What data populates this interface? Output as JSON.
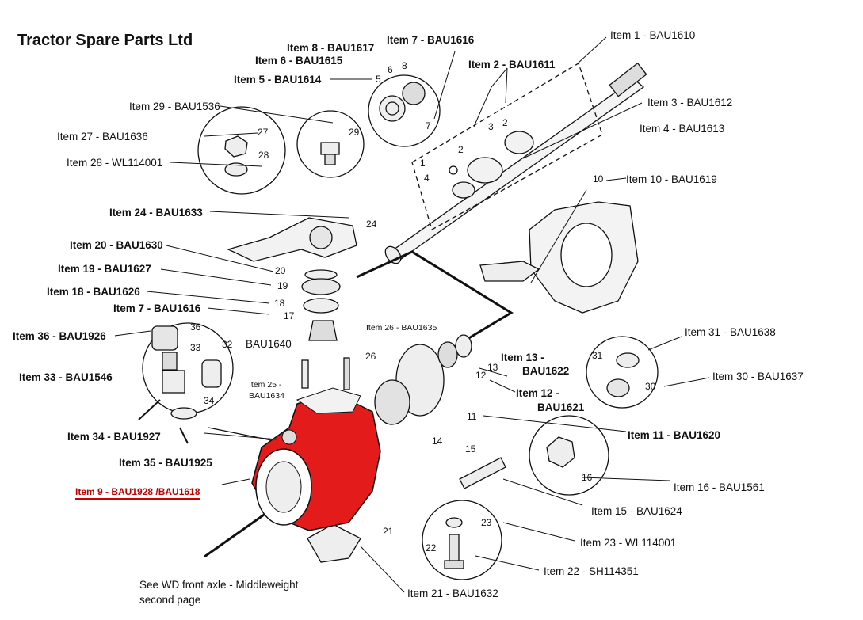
{
  "title": "Tractor Spare Parts Ltd",
  "labels": {
    "i1": "Item 1 - BAU1610",
    "i2": "Item 2 - BAU1611",
    "i3": "Item 3 - BAU1612",
    "i4": "Item 4 - BAU1613",
    "i5": "Item 5 - BAU1614",
    "i6": "Item 6 - BAU1615",
    "i7a": "Item 7 - BAU1616",
    "i7b": "Item 7 - BAU1616",
    "i8": "Item 8 - BAU1617",
    "i9": "Item 9 - BAU1928 /BAU1618",
    "i10": "Item 10 - BAU1619",
    "i11": "Item 11 - BAU1620",
    "i12a": "Item 12 -",
    "i12b": "BAU1621",
    "i13a": "Item 13 -",
    "i13b": "BAU1622",
    "i15": "Item 15 - BAU1624",
    "i16": "Item 16 - BAU1561",
    "i18": "Item 18 - BAU1626",
    "i19": "Item 19 - BAU1627",
    "i20": "Item 20 - BAU1630",
    "i21": "Item 21 - BAU1632",
    "i22": "Item 22 - SH114351",
    "i23": "Item 23 - WL114001",
    "i24": "Item 24 - BAU1633",
    "i25a": "Item 25 -",
    "i25b": "BAU1634",
    "i26": "Item 26 - BAU1635",
    "i27": "Item 27 - BAU1636",
    "i28": "Item 28 - WL114001",
    "i29": "Item 29 - BAU1536",
    "i30": "Item 30 - BAU1637",
    "i31": "Item 31 - BAU1638",
    "i32": "BAU1640",
    "i33": "Item 33 - BAU1546",
    "i34": "Item 34 - BAU1927",
    "i35": "Item 35 - BAU1925",
    "i36": "Item 36 - BAU1926",
    "note1": "See WD front axle - Middleweight",
    "note2": "second page"
  },
  "numbers": {
    "n1": "1",
    "n2a": "2",
    "n2b": "2",
    "n3": "3",
    "n4": "4",
    "n5": "5",
    "n6": "6",
    "n7a": "7",
    "n8": "8",
    "n10": "10",
    "n11": "11",
    "n12": "12",
    "n13": "13",
    "n14": "14",
    "n15": "15",
    "n16": "16",
    "n17": "17",
    "n18": "18",
    "n19": "19",
    "n20": "20",
    "n21": "21",
    "n22": "22",
    "n23": "23",
    "n24": "24",
    "n26": "26",
    "n27": "27",
    "n28": "28",
    "n29": "29",
    "n30": "30",
    "n31": "31",
    "n32": "32",
    "n33": "33",
    "n34": "34",
    "n36": "36"
  },
  "colors": {
    "highlight": "#e31b1b",
    "line": "#111111",
    "underline": "#cc0000"
  }
}
